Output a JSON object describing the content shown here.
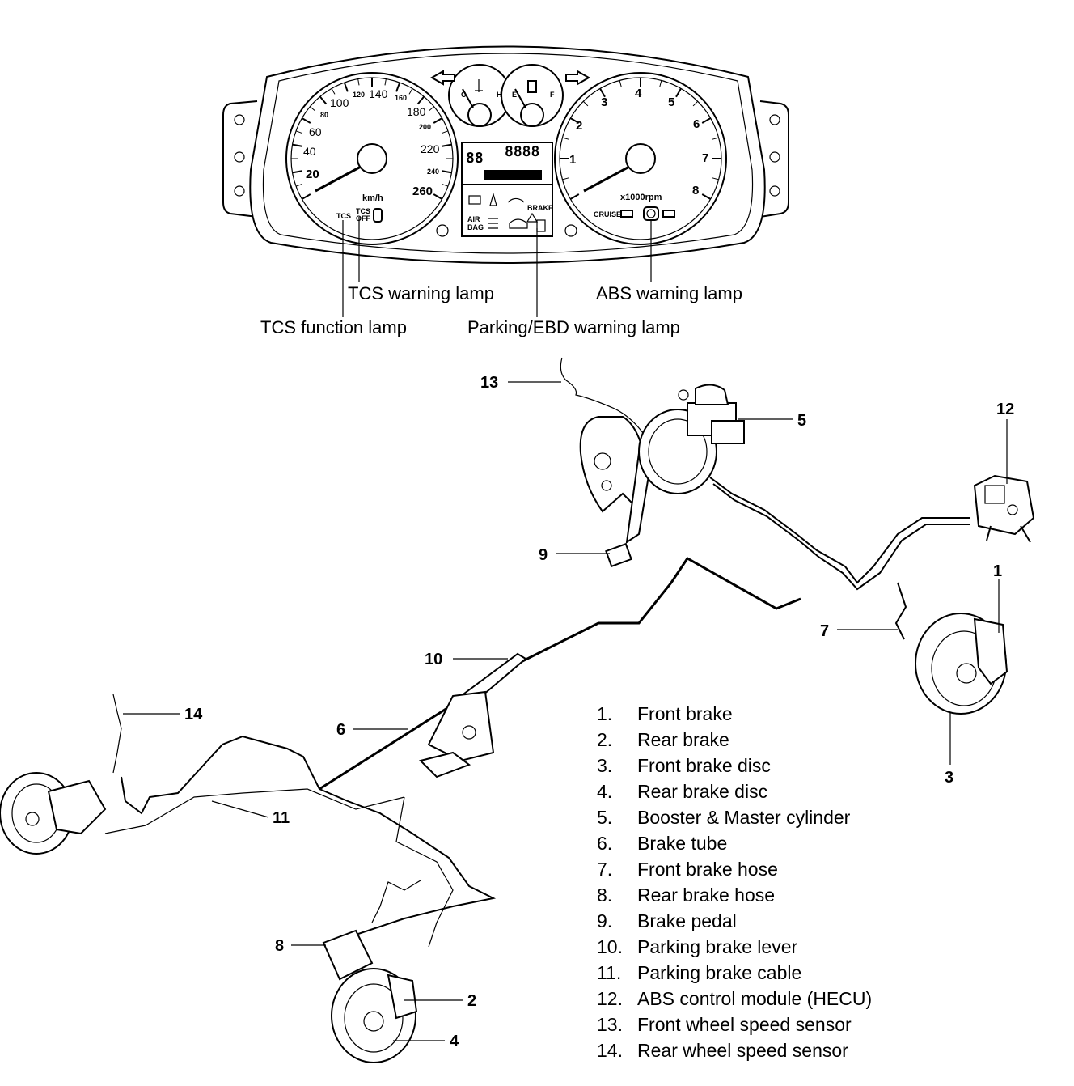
{
  "cluster": {
    "speedometer": {
      "ticks": [
        "20",
        "40",
        "60",
        "80",
        "100",
        "120",
        "140",
        "160",
        "180",
        "200",
        "220",
        "240",
        "260"
      ],
      "unit": "km/h"
    },
    "tachometer": {
      "ticks": [
        "1",
        "2",
        "3",
        "4",
        "5",
        "6",
        "7",
        "8"
      ],
      "unit": "x1000rpm"
    },
    "temp_gauge": {
      "low": "C",
      "high": "H"
    },
    "fuel_gauge": {
      "low": "E",
      "high": "F"
    },
    "indicators": {
      "tcs": "TCS",
      "tcs_off_1": "TCS",
      "tcs_off_2": "OFF",
      "air_1": "AIR",
      "air_2": "BAG",
      "brake": "BRAKE",
      "cruise": "CRUISE"
    },
    "display": {
      "top": "88",
      "mid": "8888"
    }
  },
  "callouts": {
    "tcs_warning": "TCS warning lamp",
    "tcs_function": "TCS function lamp",
    "abs_warning": "ABS warning lamp",
    "parking_ebd": "Parking/EBD warning lamp"
  },
  "part_numbers": [
    "1",
    "2",
    "3",
    "4",
    "5",
    "6",
    "7",
    "8",
    "9",
    "10",
    "11",
    "12",
    "13",
    "14"
  ],
  "legend": [
    {
      "no": "1.",
      "name": "Front brake"
    },
    {
      "no": "2.",
      "name": "Rear brake"
    },
    {
      "no": "3.",
      "name": "Front brake disc"
    },
    {
      "no": "4.",
      "name": "Rear brake disc"
    },
    {
      "no": "5.",
      "name": "Booster & Master cylinder"
    },
    {
      "no": "6.",
      "name": "Brake tube"
    },
    {
      "no": "7.",
      "name": "Front brake hose"
    },
    {
      "no": "8.",
      "name": "Rear brake hose"
    },
    {
      "no": "9.",
      "name": "Brake pedal"
    },
    {
      "no": "10.",
      "name": "Parking brake lever"
    },
    {
      "no": "11.",
      "name": "Parking brake cable"
    },
    {
      "no": "12.",
      "name": "ABS control module (HECU)"
    },
    {
      "no": "13.",
      "name": "Front wheel speed sensor"
    },
    {
      "no": "14.",
      "name": "Rear wheel speed sensor"
    }
  ]
}
